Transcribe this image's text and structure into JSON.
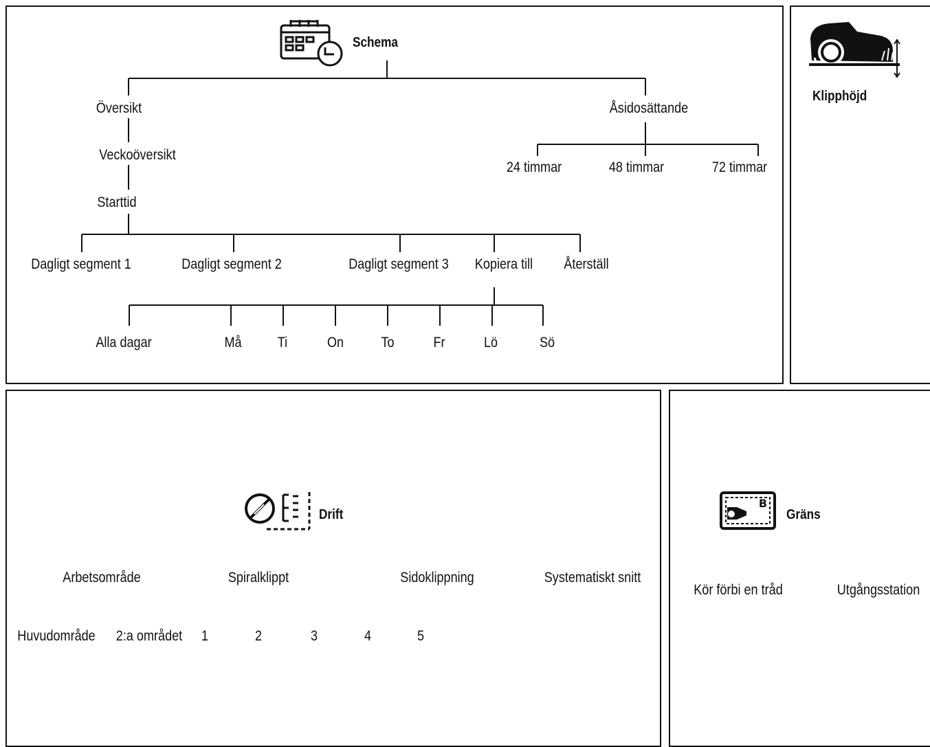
{
  "schema": {
    "title": "Schema",
    "icon": "calendar-clock-icon",
    "overview": "Översikt",
    "week_overview": "Veckoöversikt",
    "start_time": "Starttid",
    "segments": [
      "Dagligt segment 1",
      "Dagligt segment 2",
      "Dagligt segment 3"
    ],
    "copy_to": "Kopiera till",
    "reset": "Återställ",
    "days": [
      "Alla dagar",
      "Må",
      "Ti",
      "On",
      "To",
      "Fr",
      "Lö",
      "Sö"
    ],
    "override": "Åsidosättande",
    "override_options": [
      "24 timmar",
      "48 timmar",
      "72 timmar"
    ]
  },
  "klipphojd": {
    "title": "Klipphöjd",
    "icon": "mower-cutting-height-icon"
  },
  "drift": {
    "title": "Drift",
    "icon": "blade-operation-icon",
    "work_area": "Arbetsområde",
    "areas": [
      "Huvudområde",
      "2:a området"
    ],
    "spiral": "Spiralklippt",
    "spiral_levels": [
      "1",
      "2",
      "3",
      "4",
      "5"
    ],
    "side_cut": "Sidoklippning",
    "systematic": "Systematiskt snitt"
  },
  "grans": {
    "title": "Gräns",
    "icon": "boundary-wire-icon",
    "icon_letter": "B",
    "options": [
      "Kör förbi en tråd",
      "Utgångsstation"
    ]
  }
}
